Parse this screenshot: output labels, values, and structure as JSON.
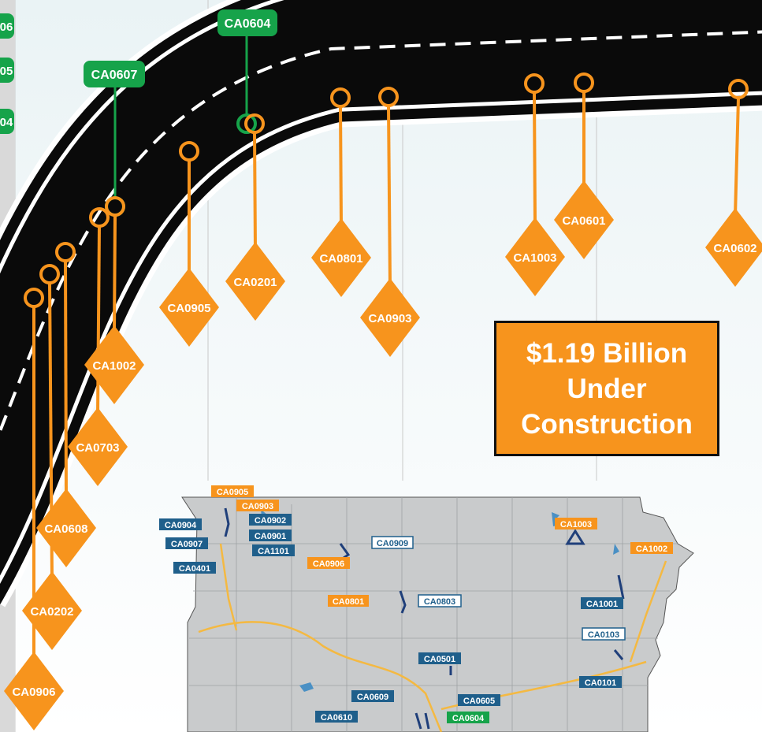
{
  "colors": {
    "orange": "#f7941d",
    "green": "#16a34a",
    "blue": "#1f5f8b",
    "road": "#0a0a0a",
    "map_gray": "#c9cbcc"
  },
  "summary": {
    "line1": "$1.19 Billion",
    "line2": "Under",
    "line3": "Construction"
  },
  "clipped_labels": [
    "06",
    "05",
    "04"
  ],
  "green_markers": [
    {
      "id": "CA0607"
    },
    {
      "id": "CA0604"
    }
  ],
  "orange_markers": [
    {
      "id": "CA0906"
    },
    {
      "id": "CA0202"
    },
    {
      "id": "CA0608"
    },
    {
      "id": "CA0703"
    },
    {
      "id": "CA1002"
    },
    {
      "id": "CA0905"
    },
    {
      "id": "CA0201"
    },
    {
      "id": "CA0801"
    },
    {
      "id": "CA0903"
    },
    {
      "id": "CA1003"
    },
    {
      "id": "CA0601"
    },
    {
      "id": "CA0602"
    }
  ],
  "map_labels": [
    {
      "id": "CA0905",
      "status": "orange"
    },
    {
      "id": "CA0903",
      "status": "orange"
    },
    {
      "id": "CA0902",
      "status": "blue"
    },
    {
      "id": "CA0904",
      "status": "blue"
    },
    {
      "id": "CA0901",
      "status": "blue"
    },
    {
      "id": "CA0907",
      "status": "blue"
    },
    {
      "id": "CA1101",
      "status": "blue"
    },
    {
      "id": "CA0401",
      "status": "blue"
    },
    {
      "id": "CA0909",
      "status": "outline"
    },
    {
      "id": "CA0906",
      "status": "orange"
    },
    {
      "id": "CA1003",
      "status": "orange"
    },
    {
      "id": "CA1002",
      "status": "orange"
    },
    {
      "id": "CA0801",
      "status": "orange"
    },
    {
      "id": "CA0803",
      "status": "outline"
    },
    {
      "id": "CA1001",
      "status": "blue"
    },
    {
      "id": "CA0103",
      "status": "outline"
    },
    {
      "id": "CA0501",
      "status": "blue"
    },
    {
      "id": "CA0101",
      "status": "blue"
    },
    {
      "id": "CA0609",
      "status": "blue"
    },
    {
      "id": "CA0605",
      "status": "blue"
    },
    {
      "id": "CA0610",
      "status": "blue"
    },
    {
      "id": "CA0604",
      "status": "green"
    }
  ]
}
